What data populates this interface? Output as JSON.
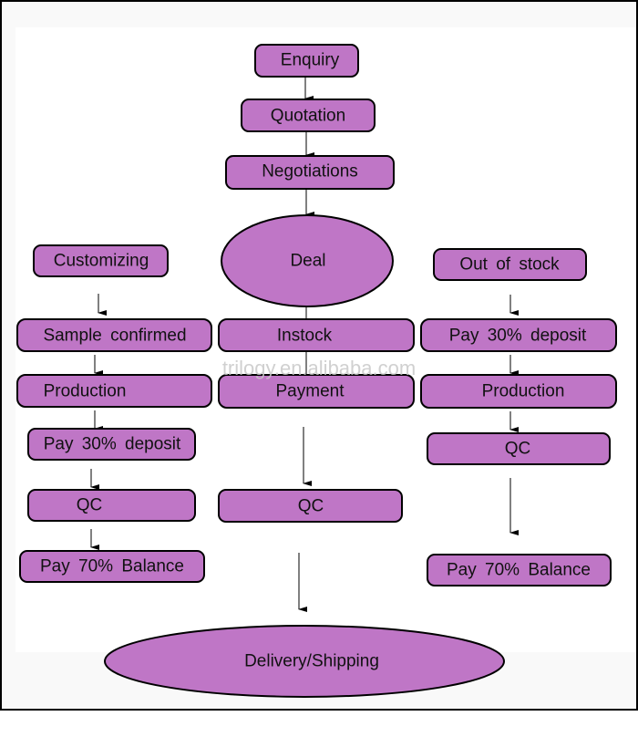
{
  "colors": {
    "node_fill": "#bf76c6",
    "node_stroke": "#000000",
    "frame_bg": "#f9f9f9",
    "canvas_bg": "#ffffff",
    "watermark": "#c8c8c8"
  },
  "watermark": "trilogy.en.alibaba.com",
  "nodes": {
    "enquiry": "Enquiry",
    "quotation": "Quotation",
    "negotiations": "Negotiations",
    "deal": "Deal",
    "customizing": "Customizing",
    "sample_confirmed": "Sample  confirmed",
    "left_production": "Production",
    "left_deposit": "Pay  30%  deposit",
    "left_qc": "QC",
    "left_balance": "Pay  70%  Balance",
    "instock": "Instock",
    "payment": "Payment",
    "mid_qc": "QC",
    "out_of_stock": "Out  of  stock",
    "right_deposit": "Pay  30%  deposit",
    "right_production": "Production",
    "right_qc": "QC",
    "right_balance": "Pay  70%  Balance",
    "delivery": "Delivery/Shipping"
  }
}
